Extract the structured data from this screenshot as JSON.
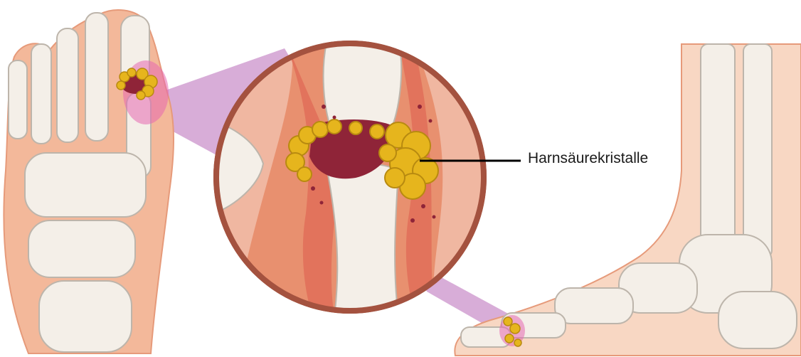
{
  "labels": {
    "callout": "Harnsäurekristalle"
  },
  "colors": {
    "skin": "#f3b89a",
    "skin_light": "#f8d7c3",
    "skin_outline": "#e69a7a",
    "bone": "#f4efe8",
    "bone_shadow": "#d8d1c8",
    "bone_outline": "#bdb5ab",
    "tissue_red": "#e2735c",
    "tissue_dark": "#c85a45",
    "crystal_yellow": "#e6b51d",
    "crystal_outline": "#b88a10",
    "joint_dark": "#8f2438",
    "inflamed_pink": "#e668b0",
    "magnifier_purple": "#b869b8",
    "circle_border": "#a4523f",
    "line": "#000000"
  },
  "icons": {
    "left": "foot-top-view-skeleton",
    "center": "magnified-gout-joint",
    "right": "foot-side-view-skeleton"
  }
}
